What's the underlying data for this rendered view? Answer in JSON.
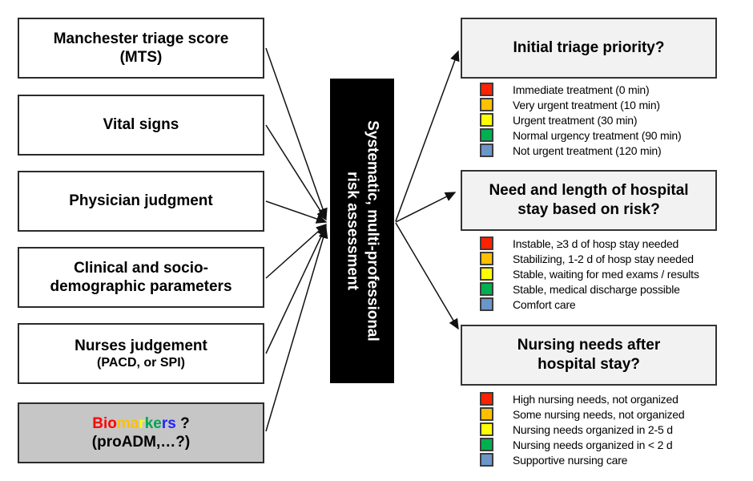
{
  "center_box": {
    "lines": [
      "Systematic, multi-professional",
      "risk assessment"
    ]
  },
  "inputs": [
    {
      "lines": [
        "Manchester triage score",
        "(MTS)"
      ]
    },
    {
      "lines": [
        "Vital signs"
      ]
    },
    {
      "lines": [
        "Physician judgment"
      ]
    },
    {
      "lines": [
        "Clinical and socio-",
        "demographic parameters"
      ]
    },
    {
      "lines": [
        "Nurses judgement"
      ],
      "subline": "(PACD, or SPI)"
    },
    {
      "bg": "#c6c6c6",
      "segments": [
        {
          "text": "Bio",
          "color": "#ff0000"
        },
        {
          "text": "ma",
          "color": "#ffc000"
        },
        {
          "text": "r",
          "color": "#ffff00"
        },
        {
          "text": "ke",
          "color": "#00a651"
        },
        {
          "text": "rs",
          "color": "#2222ff"
        },
        {
          "text": " ?",
          "color": "#000000"
        }
      ],
      "subline": "(proADM,…?)"
    }
  ],
  "outputs": [
    {
      "title_lines": [
        "Initial triage priority?"
      ],
      "legend": [
        {
          "color": "#ff2200",
          "label": "Immediate treatment (0 min)"
        },
        {
          "color": "#ffc000",
          "label": "Very urgent treatment (10 min)"
        },
        {
          "color": "#ffff00",
          "label": "Urgent treatment (30 min)"
        },
        {
          "color": "#00b050",
          "label": "Normal urgency treatment (90 min)"
        },
        {
          "color": "#6b96c9",
          "label": "Not urgent treatment (120 min)"
        }
      ]
    },
    {
      "title_lines": [
        "Need and length of hospital",
        "stay based on risk?"
      ],
      "legend": [
        {
          "color": "#ff2200",
          "label": "Instable, ≥3 d of hosp stay needed"
        },
        {
          "color": "#ffc000",
          "label": "Stabilizing, 1-2 d of hosp stay needed"
        },
        {
          "color": "#ffff00",
          "label": "Stable, waiting for med exams / results"
        },
        {
          "color": "#00b050",
          "label": "Stable, medical discharge possible"
        },
        {
          "color": "#6b96c9",
          "label": "Comfort care"
        }
      ]
    },
    {
      "title_lines": [
        "Nursing needs after",
        "hospital stay?"
      ],
      "legend": [
        {
          "color": "#ff2200",
          "label": "High nursing needs, not organized"
        },
        {
          "color": "#ffc000",
          "label": "Some nursing needs, not organized"
        },
        {
          "color": "#ffff00",
          "label": "Nursing needs organized in 2-5 d"
        },
        {
          "color": "#00b050",
          "label": "Nursing needs organized in < 2 d"
        },
        {
          "color": "#6b96c9",
          "label": "Supportive nursing care"
        }
      ]
    }
  ]
}
